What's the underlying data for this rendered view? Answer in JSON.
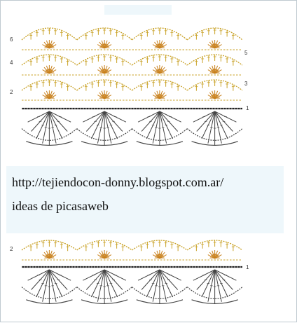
{
  "caption": {
    "url": "http://tejiendocon-donny.blogspot.com.ar/",
    "source": "ideas de picasaweb"
  },
  "diagram_top": {
    "row_labels_left": [
      "6",
      "4",
      "2"
    ],
    "row_labels_right": [
      "5",
      "3",
      "1"
    ],
    "repeats": 4
  },
  "diagram_bottom": {
    "row_labels_left": [
      "2"
    ],
    "row_labels_right": [
      "1"
    ],
    "repeats": 4
  },
  "colors": {
    "yellow_rows": "#c9a227",
    "orange_fans": "#c8801c",
    "dark_rows": "#444444",
    "chain_line": "#222222",
    "band_bg": "#eef7fb"
  }
}
